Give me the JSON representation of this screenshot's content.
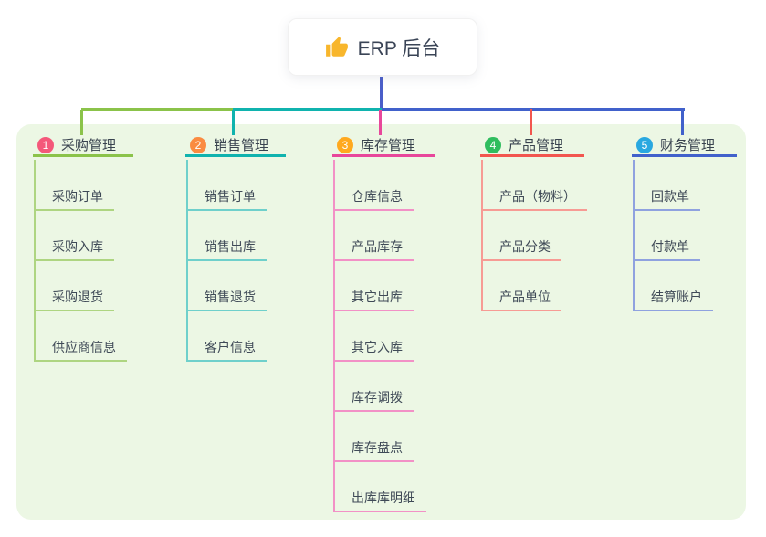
{
  "root": {
    "label": "ERP 后台",
    "icon": "thumbs-up-icon"
  },
  "colors": {
    "stem": "#4a5ec9",
    "panel_bg": "#ecf7e4",
    "text": "#3a4456"
  },
  "branches": [
    {
      "number": "1",
      "label": "采购管理",
      "line": "#8bc34a",
      "light": "#aed581",
      "badge": "#f4587a",
      "children": [
        "采购订单",
        "采购入库",
        "采购退货",
        "供应商信息"
      ]
    },
    {
      "number": "2",
      "label": "销售管理",
      "line": "#10b3ae",
      "light": "#6fd0cb",
      "badge": "#fa8b41",
      "children": [
        "销售订单",
        "销售出库",
        "销售退货",
        "客户信息"
      ]
    },
    {
      "number": "3",
      "label": "库存管理",
      "line": "#e8479b",
      "light": "#f291c6",
      "badge": "#ffa91f",
      "children": [
        "仓库信息",
        "产品库存",
        "其它出库",
        "其它入库",
        "库存调拨",
        "库存盘点",
        "出库库明细"
      ]
    },
    {
      "number": "4",
      "label": "产品管理",
      "line": "#f2564f",
      "light": "#f79b94",
      "badge": "#2fbd5e",
      "children": [
        "产品（物料）",
        "产品分类",
        "产品单位"
      ]
    },
    {
      "number": "5",
      "label": "财务管理",
      "line": "#4161cb",
      "light": "#8fa2df",
      "badge": "#29a8e0",
      "children": [
        "回款单",
        "付款单",
        "结算账户"
      ]
    }
  ]
}
